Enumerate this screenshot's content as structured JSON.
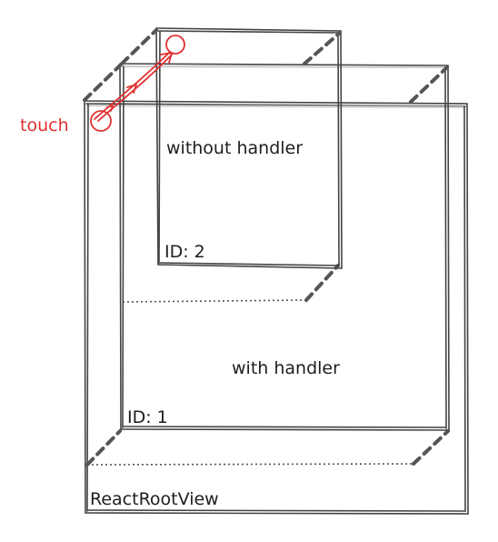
{
  "views": {
    "root": {
      "label": "ReactRootView"
    },
    "with_handler": {
      "label": "with handler",
      "id_label": "ID: 1"
    },
    "without_handler": {
      "label": "without handler",
      "id_label": "ID: 2"
    }
  },
  "touch": {
    "label": "touch"
  },
  "colors": {
    "stroke": "#444444",
    "text": "#1e1e1e",
    "touch": "#e03131"
  }
}
